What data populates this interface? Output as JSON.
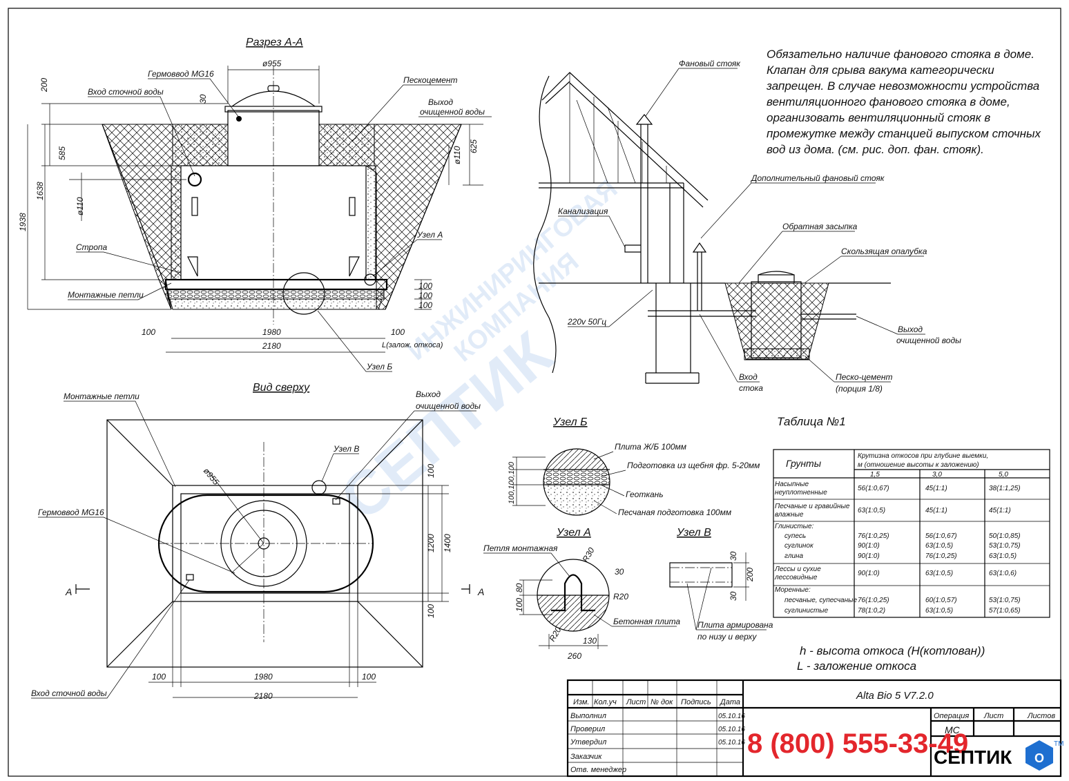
{
  "section_a": {
    "title": "Разрез А-А",
    "labels": {
      "hermo": "Гермоввод MG16",
      "inlet": "Вход сточной воды",
      "sandcement": "Пескоцемент",
      "outlet1": "Выход",
      "outlet2": "очищенной воды",
      "sling": "Стропа",
      "loops": "Монтажные петли",
      "node_a": "Узел А",
      "node_b": "Узел Б",
      "L": "L(залож. откоса)"
    },
    "dims": {
      "d955": "ø955",
      "d200": "200",
      "d30": "30",
      "d585": "585",
      "d1638": "1638",
      "d1938": "1938",
      "d110a": "ø110",
      "d110b": "ø110",
      "d625": "625",
      "d100a": "100",
      "d100b": "100",
      "d100c": "100",
      "w100l": "100",
      "w1980": "1980",
      "w100r": "100",
      "w2180": "2180"
    }
  },
  "top_view": {
    "title": "Вид сверху",
    "labels": {
      "loops": "Монтажные петли",
      "outlet1": "Выход",
      "outlet2": "очищенной воды",
      "node_v": "Узел В",
      "hermo": "Гермоввод MG16",
      "inlet": "Вход сточной воды",
      "a_left": "А",
      "a_right": "А"
    },
    "dims": {
      "d955": "ø955",
      "h100a": "100",
      "h1200": "1200",
      "h1400": "1400",
      "h100b": "100",
      "w100l": "100",
      "w1980": "1980",
      "w100r": "100",
      "w2180": "2180"
    }
  },
  "house": {
    "note": [
      "Обязательно наличие фанового стояка в доме.",
      "Клапан для срыва вакума категорически",
      "запрещен. В случае невозможности устройства",
      "вентиляционного фанового стояка в доме,",
      "организовать вентиляционный стояк в",
      "промежутке между станцией выпуском сточных",
      "вод из дома. (см. рис. доп. фан. стояк)."
    ],
    "labels": {
      "fan": "Фановый стояк",
      "extra_fan": "Дополнительный фановый стояк",
      "sewer": "Канализация",
      "backfill": "Обратная засыпка",
      "formwork": "Скользящая опалубка",
      "power": "220v 50Гц",
      "inlet1": "Вход",
      "inlet2": "стока",
      "outlet1": "Выход",
      "outlet2": "очищенной воды",
      "sc1": "Песко-цемент",
      "sc2": "(порция 1/8)"
    }
  },
  "node_b": {
    "title": "Узел Б",
    "dims": "100,100,100",
    "labels": [
      "Плита Ж/Б 100мм",
      "Подготовка из щебня фр. 5-20мм",
      "Геоткань",
      "Песчаная подготовка 100мм"
    ]
  },
  "node_a": {
    "title": "Узел А",
    "labels": {
      "loop": "Петля монтажная",
      "slab": "Бетонная плита"
    },
    "dims": {
      "r30": "R30",
      "d30": "30",
      "r20a": "R20",
      "r20b": "R20",
      "d80": "80",
      "d100": "100",
      "d130": "130",
      "d260": "260"
    }
  },
  "node_v": {
    "title": "Узел В",
    "labels": {
      "plate1": "Плита армирована",
      "plate2": "по низу и верху"
    },
    "dims": {
      "d30a": "30",
      "d200": "200",
      "d30b": "30"
    }
  },
  "table1": {
    "title": "Таблица №1",
    "head_soil": "Грунты",
    "head_top1": "Крутизна откосов при глубине выемки,",
    "head_top2": "м (отношение высоты к заложению)",
    "depths": [
      "1,5",
      "3,0",
      "5,0"
    ],
    "rows": [
      {
        "name": [
          "Насыпные",
          "неуплотненные"
        ],
        "vals": [
          "56(1:0,67)",
          "45(1:1)",
          "38(1:1,25)"
        ]
      },
      {
        "name": [
          "Песчаные и гравийные",
          "влажные"
        ],
        "vals": [
          "63(1:0,5)",
          "45(1:1)",
          "45(1:1)"
        ]
      },
      {
        "name": [
          "Глинистые:"
        ],
        "vals": [
          "",
          "",
          ""
        ]
      },
      {
        "name": [
          "супесь"
        ],
        "vals": [
          "76(1:0,25)",
          "56(1:0,67)",
          "50(1:0,85)"
        ]
      },
      {
        "name": [
          "суглинок"
        ],
        "vals": [
          "90(1:0)",
          "63(1:0,5)",
          "53(1:0,75)"
        ]
      },
      {
        "name": [
          "глина"
        ],
        "vals": [
          "90(1:0)",
          "76(1:0,25)",
          "63(1:0,5)"
        ]
      },
      {
        "name": [
          "Лессы и  сухие",
          "лессовидные"
        ],
        "vals": [
          "90(1:0)",
          "63(1:0,5)",
          "63(1:0,6)"
        ]
      },
      {
        "name": [
          "Моренные:"
        ],
        "vals": [
          "",
          "",
          ""
        ]
      },
      {
        "name": [
          "песчаные, супесчаные"
        ],
        "vals": [
          "76(1:0,25)",
          "60(1:0,57)",
          "53(1:0,75)"
        ]
      },
      {
        "name": [
          "суглинистые"
        ],
        "vals": [
          "78(1:0,2)",
          "63(1:0,5)",
          "57(1:0,65)"
        ]
      }
    ],
    "legend1": "h - высота откоса (Н(котлован))",
    "legend2": "L - заложение откоса"
  },
  "stamp": {
    "headers": [
      "Изм.",
      "Кол.уч",
      "Лист",
      "№ док",
      "Подпись",
      "Дата"
    ],
    "rows": [
      {
        "label": "Выполнил",
        "date": "05.10.16"
      },
      {
        "label": "Проверил",
        "date": "05.10.16"
      },
      {
        "label": "Утвердил",
        "date": "05.10.16"
      },
      {
        "label": "Заказчик",
        "date": ""
      },
      {
        "label": "Отв. менеджер",
        "date": ""
      }
    ],
    "model": "Alta Bio 5 V7.2.0",
    "op": "Операция",
    "list": "Лист",
    "lists": "Листов",
    "mc": "МС",
    "phone": "8 (800) 555-33-49",
    "brand": "СЕПТИК",
    "brand_o": "О",
    "tm": "TM"
  },
  "watermark": {
    "brand": "СЕПТИК",
    "line1": "ИНЖИНИРИНГОВАЯ",
    "line2": "КОМПАНИЯ"
  }
}
